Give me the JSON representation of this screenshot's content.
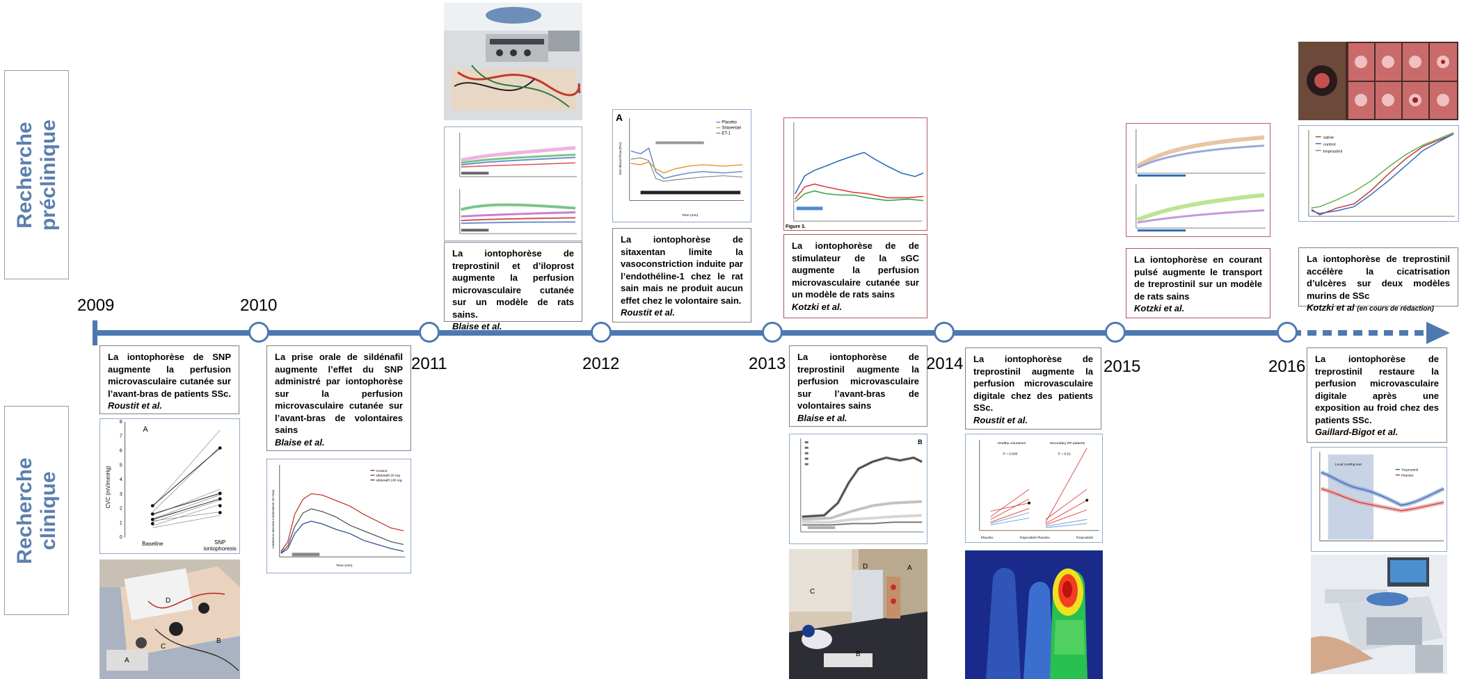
{
  "side_labels": {
    "preclinical": [
      "Recherche",
      "préclinique"
    ],
    "clinical": [
      "Recherche",
      "clinique"
    ]
  },
  "years": [
    "2009",
    "2010",
    "2011",
    "2012",
    "2013",
    "2014",
    "2015",
    "2016"
  ],
  "colors": {
    "axis": "#4d79b3",
    "label": "#5b7fae",
    "frame_red": "#a7565b",
    "frame_blue": "#8fa9c6"
  },
  "preclinical_boxes": [
    {
      "text": "La iontophorèse de treprostinil et d’iloprost augmente la perfusion microvasculaire cutanée sur un modèle de rats sains.",
      "author": "Blaise et al."
    },
    {
      "text": "La iontophorèse de sitaxentan limite la vasoconstriction induite par l’endothéline-1 chez le rat sain mais ne produit aucun effet chez le volontaire sain.",
      "author": "Roustit et al."
    },
    {
      "text": "La iontophorèse de de stimulateur de la sGC augmente la perfusion microvasculaire cutanée sur un modèle de rats sains",
      "author": "Kotzki et al."
    },
    {
      "text": "La iontophorèse en courant pulsé augmente le transport de treprostinil sur un modèle de rats sains",
      "author": "Kotzki et al."
    },
    {
      "text": "La iontophorèse de treprostinil accélère la cicatrisation d’ulcères sur deux modèles murins de SSc",
      "author": "Kotzki et al",
      "note": "(en cours de rédaction)"
    }
  ],
  "clinical_boxes": [
    {
      "text": "La iontophorèse de SNP augmente la perfusion microvasculaire cutanée sur l’avant-bras de patients SSc.",
      "author": "Roustit et al."
    },
    {
      "text": "La prise orale de sildénafil augmente l’effet du SNP administré par iontophorèse sur la perfusion microvasculaire cutanée sur l’avant-bras de volontaires sains",
      "author": "Blaise et al."
    },
    {
      "text": "La iontophorèse de treprostinil augmente la perfusion microvasculaire sur l’avant-bras de volontaires sains",
      "author": "Blaise et al."
    },
    {
      "text": "La iontophorèse de treprostinil augmente la perfusion microvasculaire digitale chez des patients SSc.",
      "author": "Roustit et al."
    },
    {
      "text": "La iontophorèse de treprostinil restaure la perfusion microvasculaire digitale après une exposition au froid chez des patients SSc.",
      "author": "Gaillard-Bigot et al."
    }
  ],
  "figure_snp": {
    "panel": "A",
    "ylabel": "CVC (mV/mmHg)",
    "yticks": [
      "0",
      "1",
      "2",
      "3",
      "4",
      "5",
      "6",
      "7",
      "8"
    ],
    "xlabels": [
      "Baseline",
      "SNP",
      "iontophoresis"
    ]
  },
  "figure_sildenafil": {
    "legend": [
      "Control",
      "sildenafil 20 mg",
      "sildenafil 100 mg"
    ],
    "ylabel": "Cutaneous Vascular Conductance (% max)",
    "xlabel": "Time (min)"
  },
  "figure_sitaxentan": {
    "panel": "A",
    "legend": [
      "Placebo",
      "Sitaxentan",
      "ET-1"
    ],
    "ylabel": "Skin Blood Flow (PU)",
    "xlabel": "Time (min)"
  },
  "figure_sgc": {
    "caption": "Figure 3."
  },
  "figure_treprostinil_forearm": {
    "panel": "B"
  },
  "figure_digital": {
    "groups": [
      "Healthy volunteers",
      "Secondary RP patients"
    ],
    "pvalues": [
      "P = 0.005",
      "P = 0.01"
    ],
    "xlabels": [
      "Placebo",
      "Treprostinil"
    ]
  },
  "figure_cold": {
    "band_label": "Local cooling test",
    "legend": [
      "Treprostinil",
      "Placebo"
    ]
  },
  "figure_ulcer": {
    "legend": [
      "saline",
      "control",
      "treprostinil"
    ]
  },
  "photo_labels": {
    "setup": [
      "A",
      "B",
      "C",
      "D"
    ],
    "patient": [
      "A",
      "B",
      "C",
      "D"
    ]
  }
}
